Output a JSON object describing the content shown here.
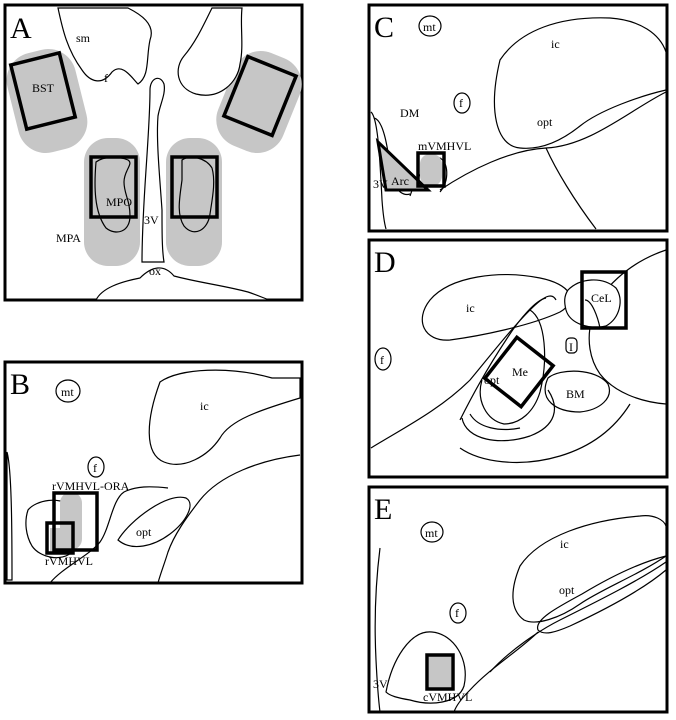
{
  "panels": {
    "a": {
      "letter": "A",
      "sm": "sm",
      "f": "f",
      "bst": "BST",
      "mpo": "MPO",
      "v3": "3V",
      "mpa": "MPA",
      "ox": "ox"
    },
    "b": {
      "letter": "B",
      "mt": "mt",
      "ic": "ic",
      "f": "f",
      "ora": "rVMHVL-ORA",
      "opt": "opt",
      "rvmhvl": "rVMHVL"
    },
    "c": {
      "letter": "C",
      "mt": "mt",
      "ic": "ic",
      "f": "f",
      "dm": "DM",
      "opt": "opt",
      "mvmhvl": "mVMHVL",
      "v3": "3V",
      "arc": "Arc"
    },
    "d": {
      "letter": "D",
      "ic": "ic",
      "cel": "CeL",
      "f": "f",
      "i": "I",
      "opt": "opt",
      "me": "Me",
      "bm": "BM"
    },
    "e": {
      "letter": "E",
      "mt": "mt",
      "ic": "ic",
      "opt": "opt",
      "f": "f",
      "v3": "3V",
      "cvmhvl": "cVMHVL"
    }
  }
}
